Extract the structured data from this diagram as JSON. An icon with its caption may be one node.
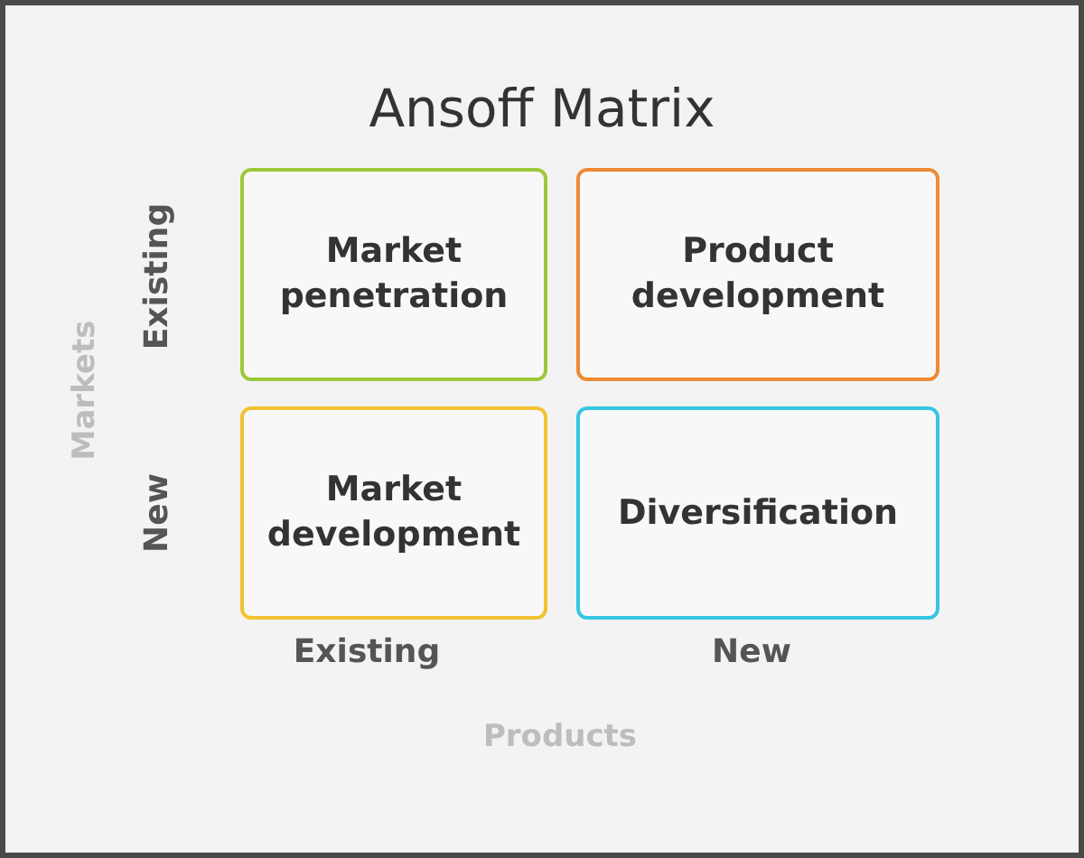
{
  "diagram": {
    "title": "Ansoff Matrix",
    "nodes": [
      {
        "text": [
          "Market penetration"
        ]
      },
      {
        "text": [
          "Product development"
        ]
      },
      {
        "text": [
          "Market development"
        ]
      },
      {
        "text": [
          "Diversification"
        ]
      }
    ],
    "labels": [
      "Existing",
      "New",
      "Markets",
      "Existing",
      "New",
      "Products"
    ]
  }
}
